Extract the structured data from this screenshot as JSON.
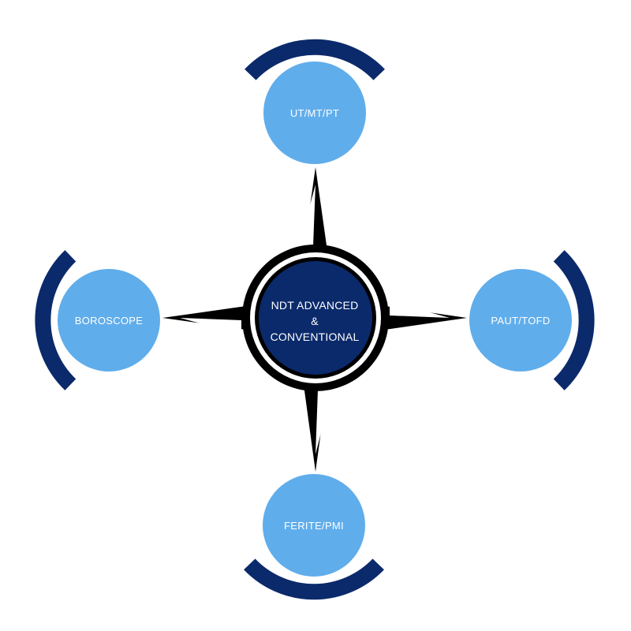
{
  "center": {
    "line1": "NDT ADVANCED",
    "line2": "&",
    "line3": "CONVENTIONAL"
  },
  "nodes": {
    "top": {
      "label": "UT/MT/PT"
    },
    "left": {
      "label": "BOROSCOPE"
    },
    "right": {
      "label": "PAUT/TOFD"
    },
    "bottom": {
      "label": "FERITE/PMI"
    }
  },
  "colors": {
    "node_fill": "#60adeb",
    "arc": "#0b2a6b",
    "center_fill": "#0b2a6b",
    "compass": "#000000",
    "label_text": "#ffffff",
    "background": "#ffffff"
  }
}
